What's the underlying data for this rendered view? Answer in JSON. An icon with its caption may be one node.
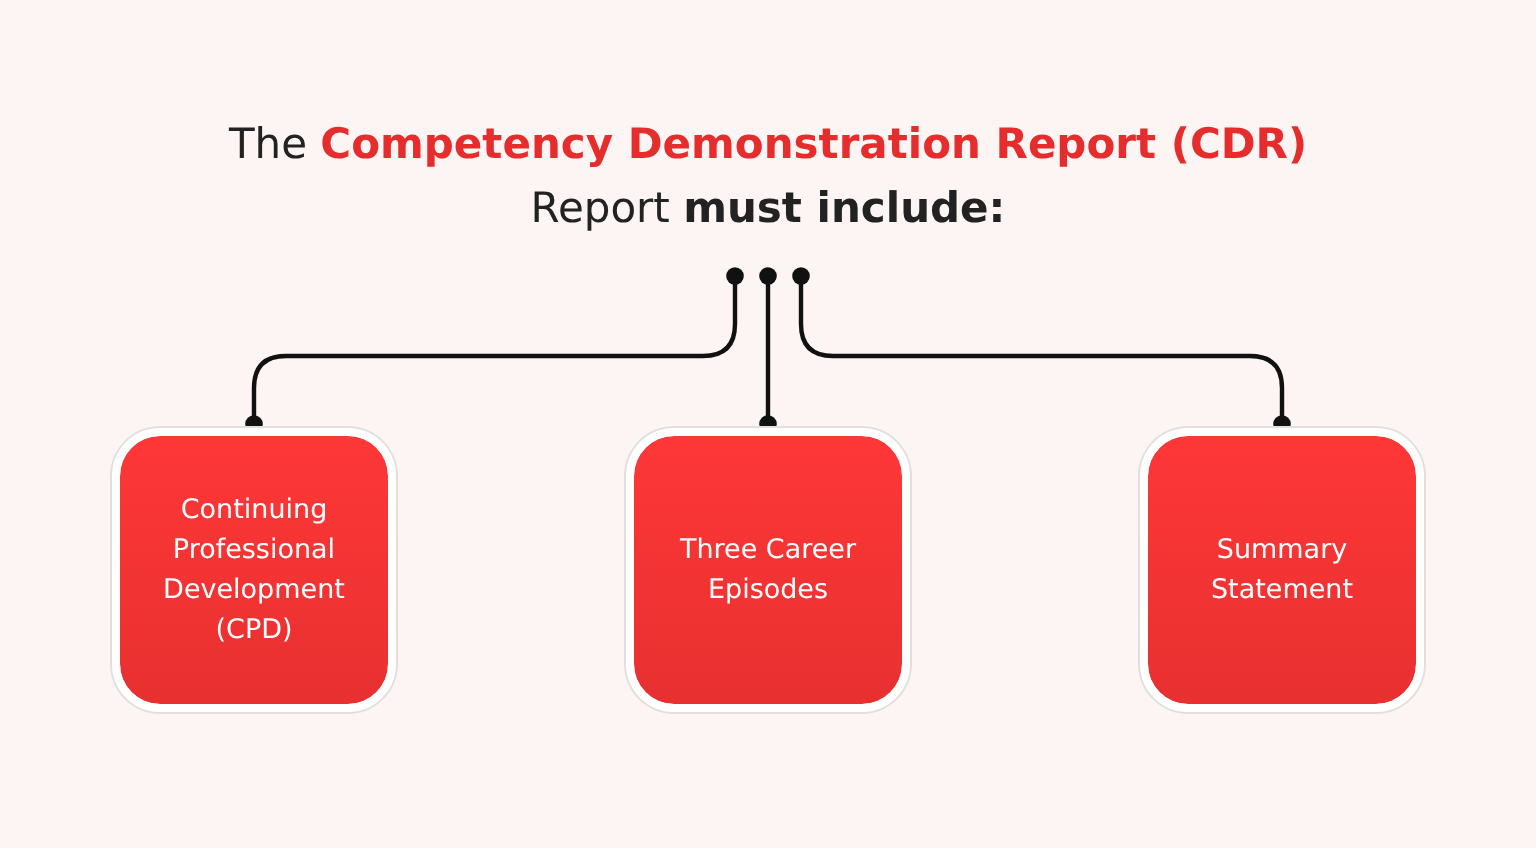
{
  "diagram": {
    "nodes": [
      {
        "text": [
          "The **Competency Demonstration Report (CDR)** Report **must include:**"
        ]
      },
      {
        "text": [
          "Continuing Professional Development (CPD)"
        ]
      },
      {
        "text": [
          "Three Career Episodes"
        ]
      },
      {
        "text": [
          "Summary Statement"
        ]
      }
    ],
    "edges": [
      {
        "from": 0,
        "to": 1,
        "arrow": "other"
      },
      {
        "from": 0,
        "to": 2,
        "arrow": "other"
      },
      {
        "from": 0,
        "to": 3,
        "arrow": "other"
      }
    ]
  }
}
